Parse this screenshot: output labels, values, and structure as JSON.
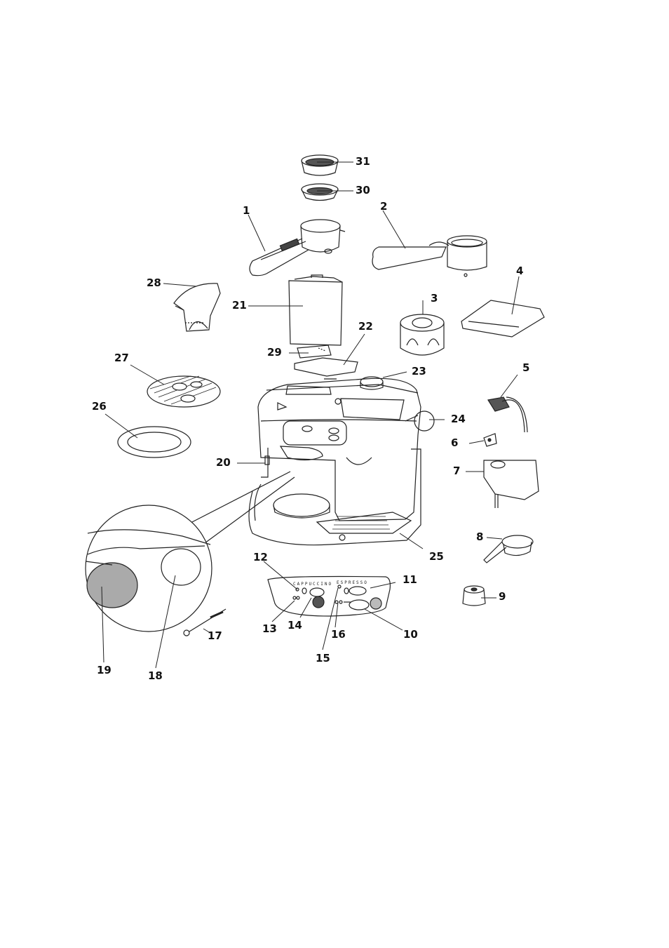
{
  "callouts": {
    "c1": "1",
    "c2": "2",
    "c3": "3",
    "c4": "4",
    "c5": "5",
    "c6": "6",
    "c7": "7",
    "c8": "8",
    "c9": "9",
    "c10": "10",
    "c11": "11",
    "c12": "12",
    "c13": "13",
    "c14": "14",
    "c15": "15",
    "c16": "16",
    "c17": "17",
    "c18": "18",
    "c19": "19",
    "c20": "20",
    "c21": "21",
    "c22": "22",
    "c23": "23",
    "c24": "24",
    "c25": "25",
    "c26": "26",
    "c27": "27",
    "c28": "28",
    "c29": "29",
    "c30": "30",
    "c31": "31"
  },
  "panel": {
    "cappuccino": "CAPPUCCINO",
    "espresso": "ESPRESSO"
  }
}
